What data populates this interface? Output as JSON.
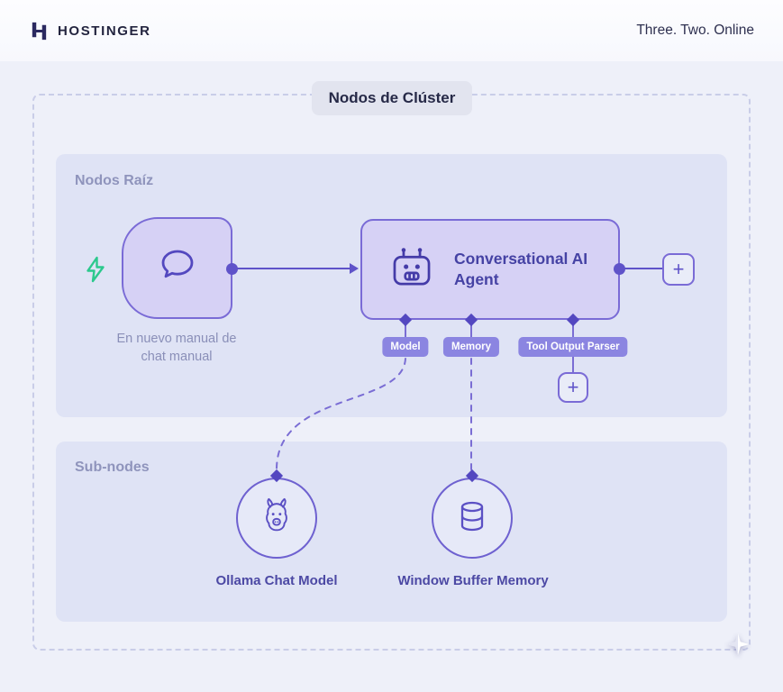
{
  "header": {
    "brand": "HOSTINGER",
    "tagline": "Three. Two. Online"
  },
  "diagram": {
    "title": "Nodos de Clúster",
    "plus_symbol": "+",
    "root_section": {
      "label": "Nodos Raíz",
      "chat_trigger": {
        "label": "En nuevo manual de chat manual"
      },
      "ai_agent": {
        "label": "Conversational AI Agent"
      },
      "connectors": {
        "model": "Model",
        "memory": "Memory",
        "tool_output_parser": "Tool Output Parser"
      }
    },
    "sub_section": {
      "label": "Sub-nodes",
      "ollama": {
        "label": "Ollama Chat Model"
      },
      "window_buffer": {
        "label": "Window Buffer Memory"
      }
    }
  },
  "colors": {
    "accent_purple": "#7a6bd6",
    "node_fill": "#d6d1f5",
    "badge_purple": "#8b85e1",
    "connector_purple": "#5f53c9",
    "section_fill": "#dfe3f5",
    "muted_label": "#8f94bc",
    "dark_text": "#23243f",
    "green": "#2cc98d"
  }
}
